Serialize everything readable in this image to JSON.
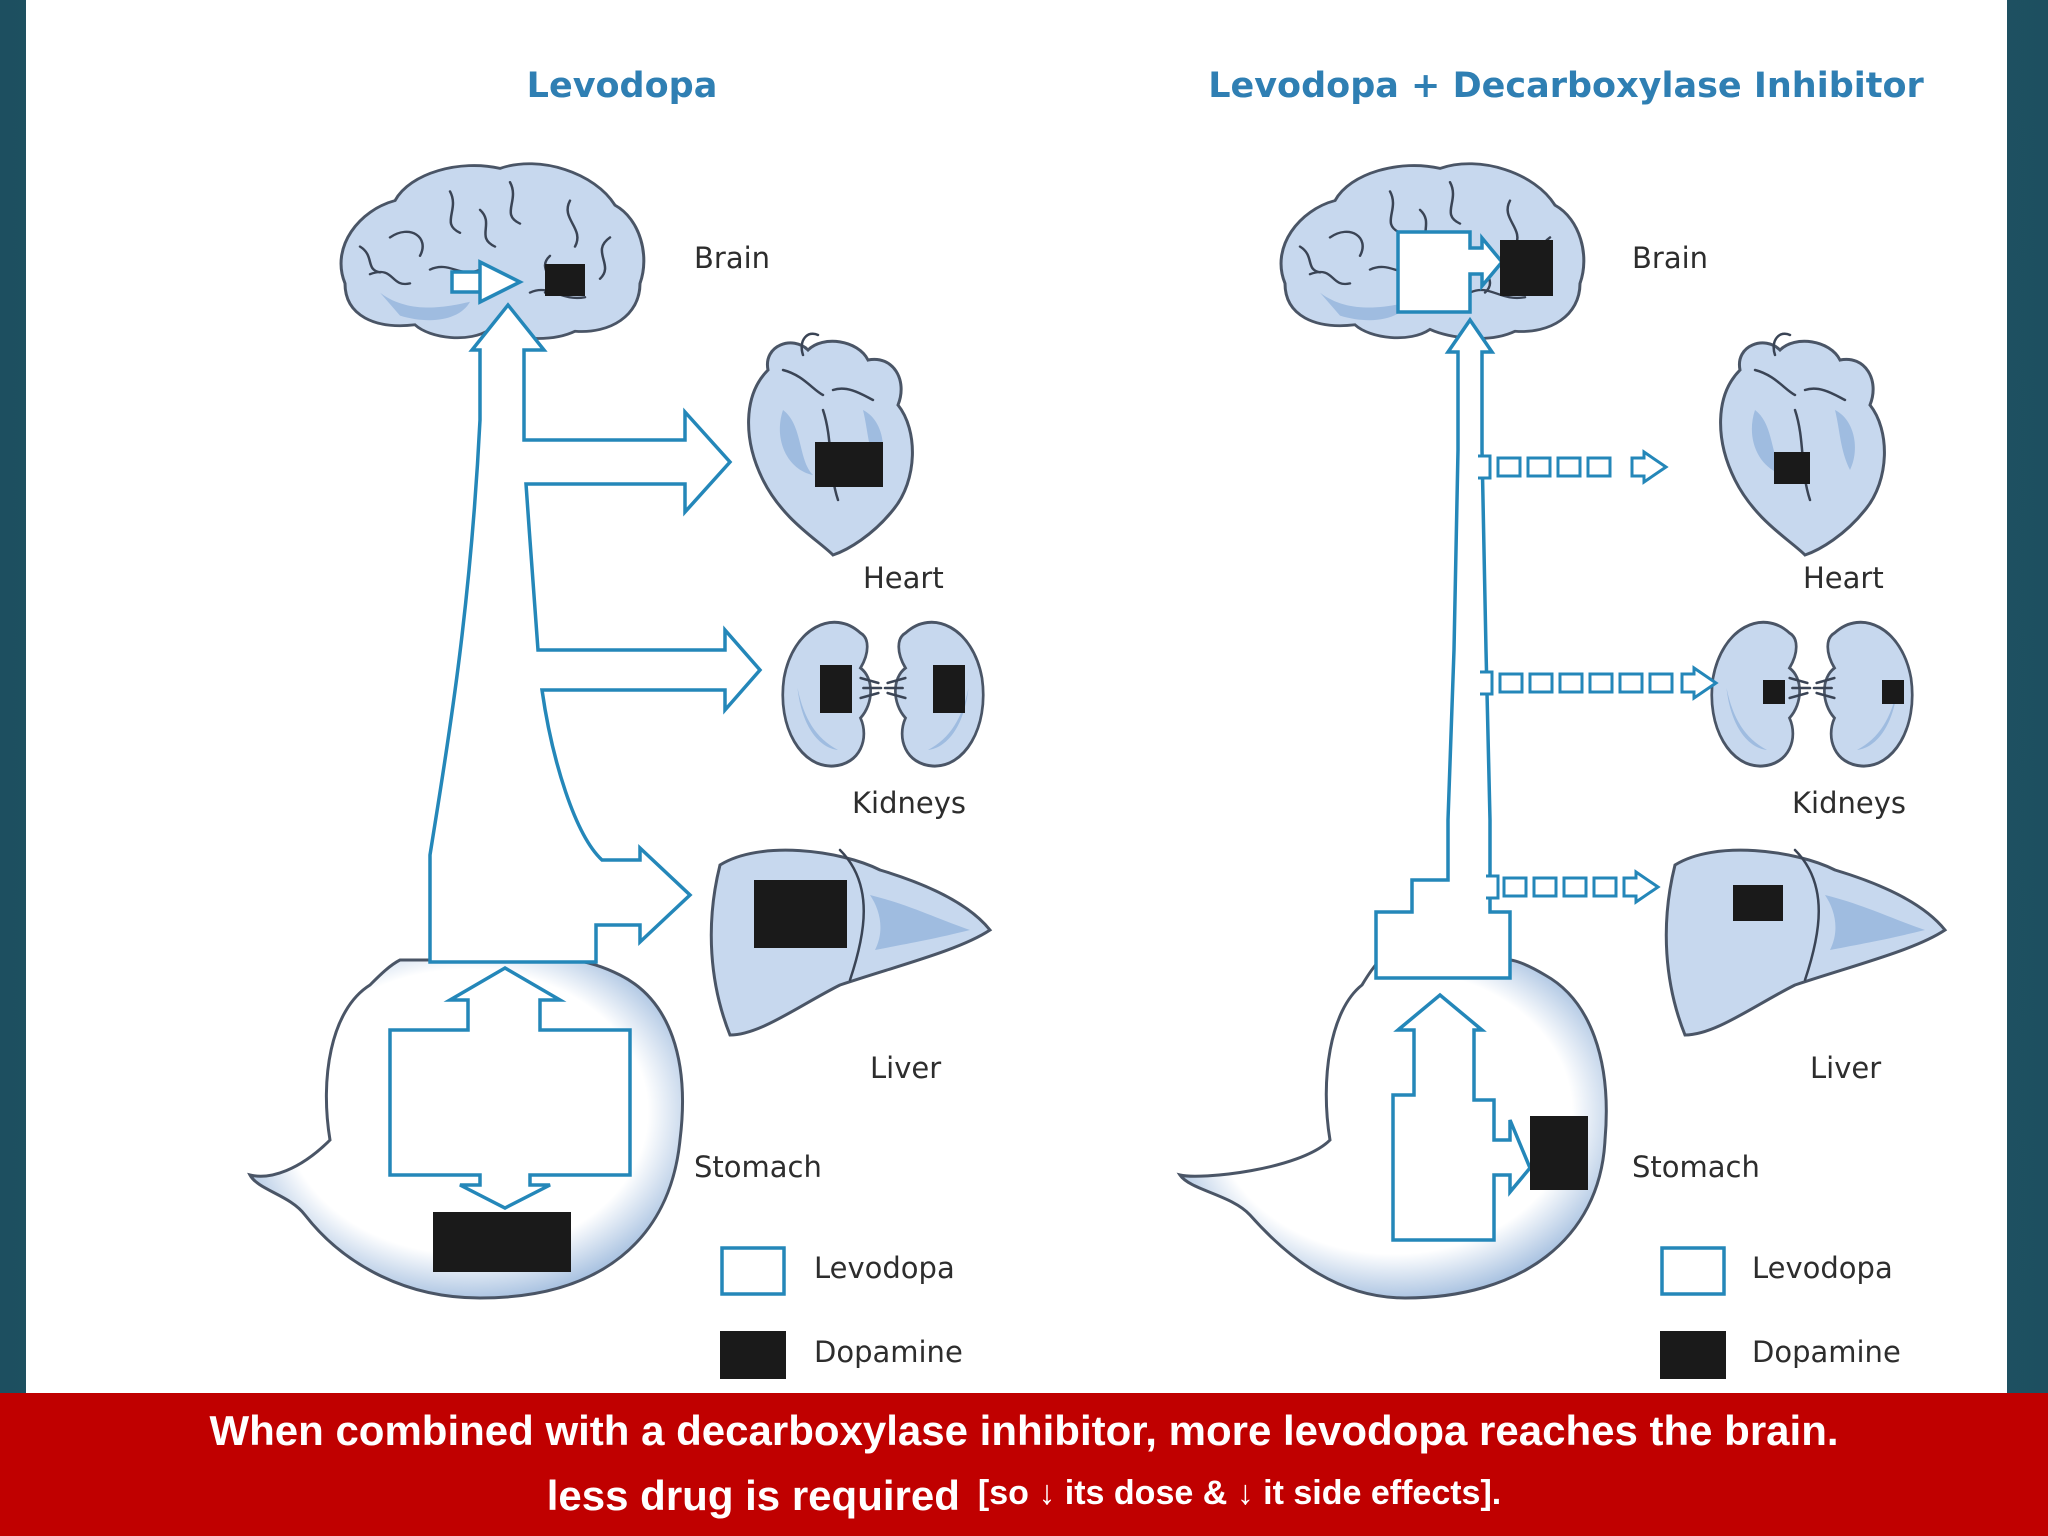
{
  "panels": {
    "left": {
      "title": "Levodopa",
      "labels": {
        "brain": "Brain",
        "heart": "Heart",
        "kidneys": "Kidneys",
        "liver": "Liver",
        "stomach": "Stomach"
      },
      "legend": {
        "levodopa": "Levodopa",
        "dopamine": "Dopamine"
      }
    },
    "right": {
      "title": "Levodopa + Decarboxylase Inhibitor",
      "labels": {
        "brain": "Brain",
        "heart": "Heart",
        "kidneys": "Kidneys",
        "liver": "Liver",
        "stomach": "Stomach"
      },
      "legend": {
        "levodopa": "Levodopa",
        "dopamine": "Dopamine"
      }
    }
  },
  "caption": {
    "line1": "When combined with a decarboxylase inhibitor, more levodopa reaches the brain.",
    "line2_main": "less drug is required",
    "line2_note": "[so ↓ its dose & ↓ it side effects]."
  },
  "colors": {
    "title": "#2f7fb3",
    "levodopa_outline": "#2487b9",
    "dopamine": "#1a1a1a",
    "organ": "#c7d8ee",
    "caption_bar": "#c00000",
    "background": "#1d4f60"
  }
}
